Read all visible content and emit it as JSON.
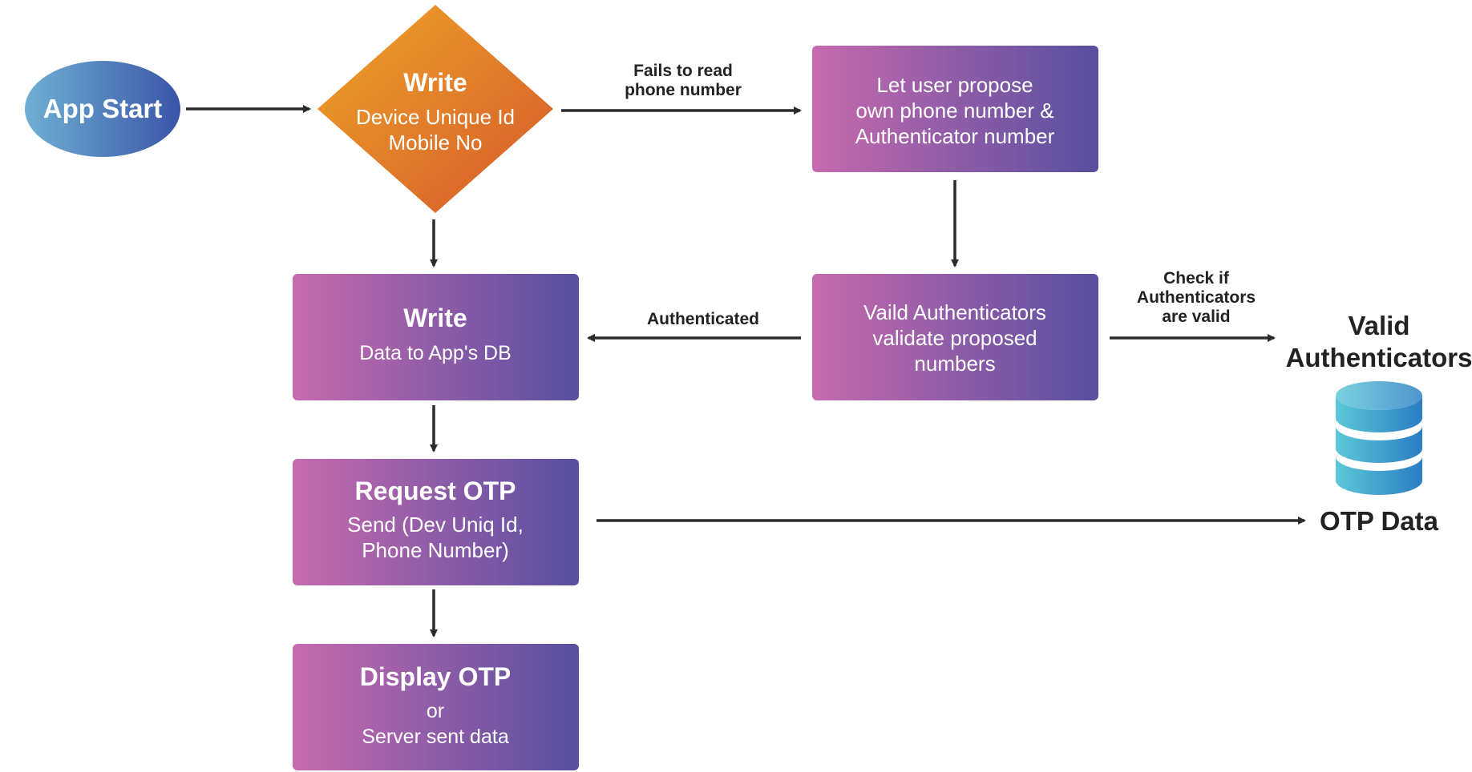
{
  "colors": {
    "box_gradient_start": "#c76aae",
    "box_gradient_end": "#574fa0",
    "diamond_gradient_start": "#f0a528",
    "diamond_gradient_end": "#d4582a",
    "ellipse_gradient_start": "#6fb0d4",
    "ellipse_gradient_end": "#3a55a8",
    "db_gradient_start": "#5cc8d8",
    "db_gradient_end": "#2a7dc4",
    "arrow": "#2b2b2b",
    "label_text": "#222222"
  },
  "nodes": {
    "app_start": {
      "label": "App Start"
    },
    "write_device": {
      "title": "Write",
      "line1": "Device Unique Id",
      "line2": "Mobile No"
    },
    "propose": {
      "line1": "Let user propose",
      "line2": "own phone number &",
      "line3": "Authenticator number"
    },
    "write_db": {
      "title": "Write",
      "line1": "Data to App's DB"
    },
    "validate": {
      "line1": "Vaild Authenticators",
      "line2": "validate proposed",
      "line3": "numbers"
    },
    "request_otp": {
      "title": "Request OTP",
      "line1": "Send (Dev Uniq Id,",
      "line2": "Phone Number)"
    },
    "display_otp": {
      "title": "Display OTP",
      "line1": "or",
      "line2": "Server sent data"
    }
  },
  "edges": {
    "fails_to_read": {
      "line1": "Fails to read",
      "line2": "phone number"
    },
    "authenticated": {
      "label": "Authenticated"
    },
    "check_if": {
      "line1": "Check if",
      "line2": "Authenticators",
      "line3": "are valid"
    }
  },
  "side": {
    "valid_authenticators": {
      "line1": "Valid",
      "line2": "Authenticators"
    },
    "database_icon": "database-icon",
    "otp_data": "OTP Data"
  }
}
